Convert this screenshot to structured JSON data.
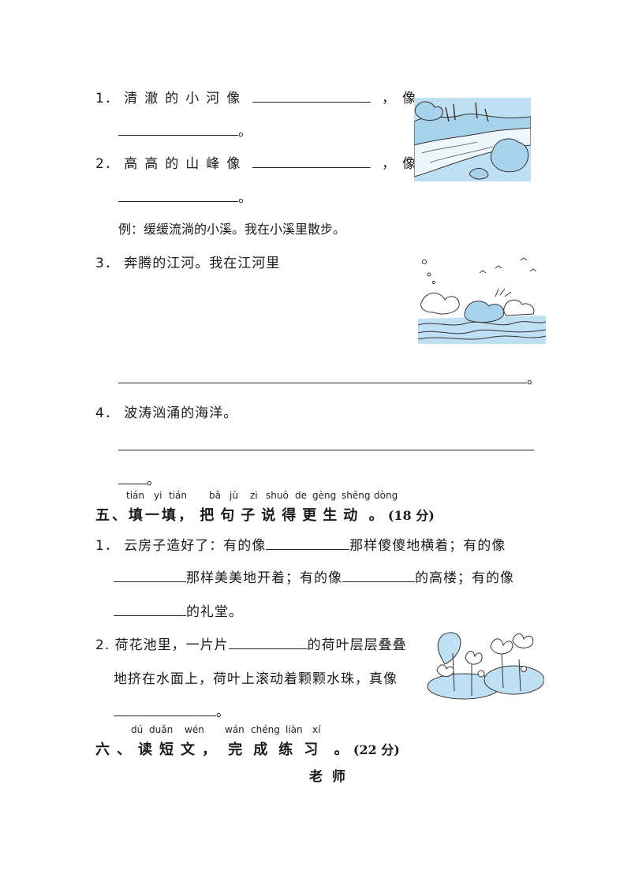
{
  "river_questions": [
    {
      "number": "1．",
      "prompt": "清澈的小河像",
      "comma_like": "，像",
      "end": "。"
    },
    {
      "number": "2．",
      "prompt": "高高的山峰像",
      "comma_like": "，像",
      "end": "。"
    }
  ],
  "example": "例：缓缓流淌的小溪。我在小溪里散步。",
  "q3": {
    "number": "3．",
    "text": "奔腾的江河。我在江河里",
    "end": "。"
  },
  "q4": {
    "number": "4．",
    "text": "波涛汹涌的海洋。",
    "end": "。"
  },
  "section5": {
    "pinyin": [
      "tián",
      "yi",
      "tián",
      "bǎ",
      "jù",
      "zi",
      "shuō",
      "de",
      "gèng",
      "shēng",
      "dòng"
    ],
    "title_part1": "五、填一填，",
    "title_part2": "把句子说得更生动",
    "end": "。",
    "score": "(18 分)",
    "item1": {
      "number": "1．",
      "line1_a": "云房子造好了：有的像",
      "line1_b": "那样傻傻地横着；有的像",
      "line2_a": "那样美美地开着；有的像",
      "line2_b": "的高楼；有的像",
      "line3_a": "的礼堂。"
    },
    "item2": {
      "number": "2.",
      "line1_a": "荷花池里，一片片",
      "line1_b": "的荷叶层层叠叠",
      "line2": "地挤在水面上，荷叶上滚动着颗颗水珠，真像",
      "end": "。"
    }
  },
  "section6": {
    "pinyin": [
      "dú",
      "duǎn",
      "wén",
      "wán",
      "chéng",
      "liàn",
      "xí"
    ],
    "title_part1": "六、读短文，",
    "title_part2": "完成练习",
    "end": "。",
    "score": "(22 分)"
  },
  "passage_title": "老  师",
  "illustrations": [
    "river-landscape-illustration",
    "sea-waves-illustration",
    "lotus-pond-illustration"
  ]
}
